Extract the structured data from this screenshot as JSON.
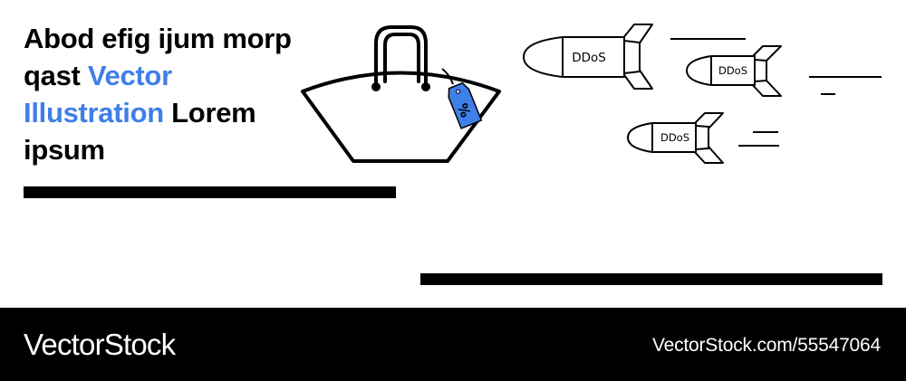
{
  "headline": {
    "part1": "Abod efig ijum morp qast ",
    "highlight": "Vector Illustration",
    "part2": " Lorem ipsum"
  },
  "illustration": {
    "bag": {
      "icon": "shopping-bag-icon",
      "tag_icon": "price-tag-icon",
      "tag_symbol": "%",
      "tag_color": "#3f7fe8"
    },
    "rockets": [
      {
        "icon": "rocket-icon",
        "label": "DDoS"
      },
      {
        "icon": "rocket-icon",
        "label": "DDoS"
      },
      {
        "icon": "rocket-icon",
        "label": "DDoS"
      }
    ]
  },
  "footer": {
    "brand": "VectorStock",
    "url": "VectorStock.com/55547064"
  },
  "colors": {
    "accent": "#3f7fe8",
    "text": "#000000",
    "footer_bg": "#000000",
    "footer_text": "#ffffff"
  }
}
